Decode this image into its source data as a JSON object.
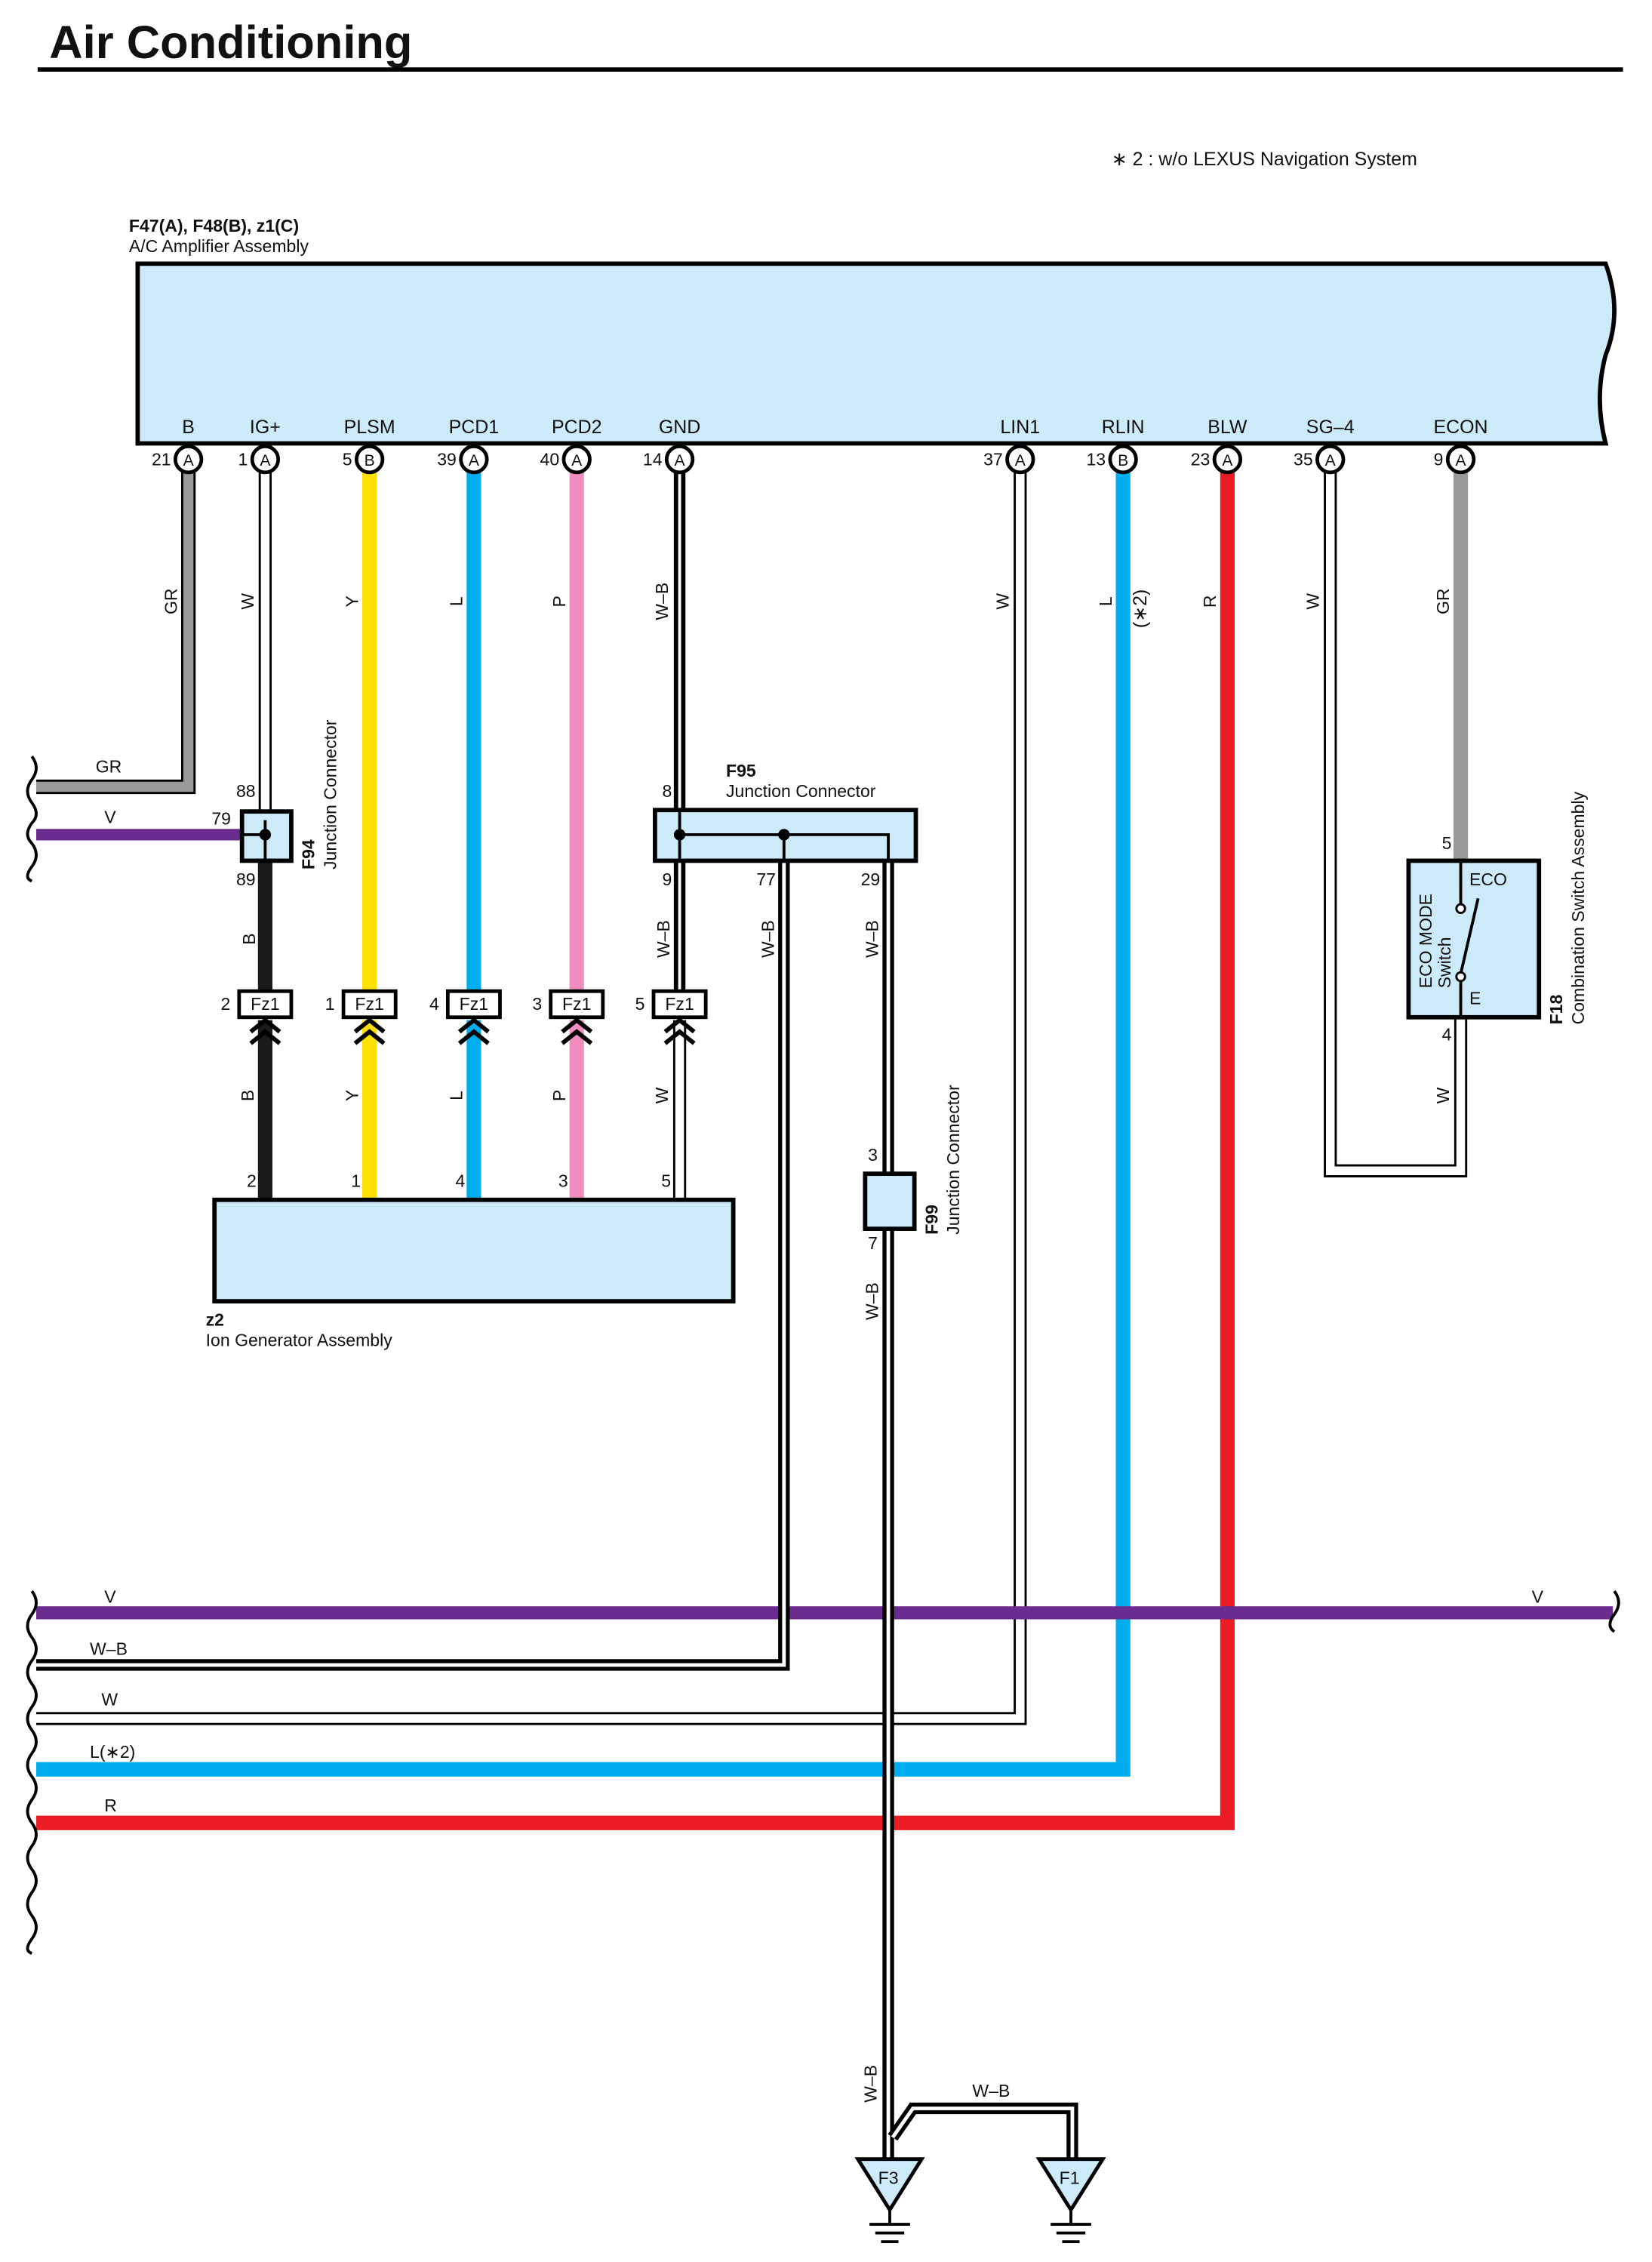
{
  "title": "Air Conditioning",
  "note": "∗ 2 : w/o LEXUS Navigation System",
  "amplifier": {
    "code": "F47(A), F48(B), z1(C)",
    "name": "A/C Amplifier Assembly",
    "terminals": [
      {
        "label": "B",
        "pin": "21",
        "conn": "A",
        "wire": "GR",
        "color": "#999999"
      },
      {
        "label": "IG+",
        "pin": "1",
        "conn": "A",
        "wire": "W",
        "color": "#ffffff"
      },
      {
        "label": "PLSM",
        "pin": "5",
        "conn": "B",
        "wire": "Y",
        "color": "#ffe000"
      },
      {
        "label": "PCD1",
        "pin": "39",
        "conn": "A",
        "wire": "L",
        "color": "#00aeef"
      },
      {
        "label": "PCD2",
        "pin": "40",
        "conn": "A",
        "wire": "P",
        "color": "#f18cbe"
      },
      {
        "label": "GND",
        "pin": "14",
        "conn": "A",
        "wire": "W–B",
        "color": "#ffffff"
      },
      {
        "label": "LIN1",
        "pin": "37",
        "conn": "A",
        "wire": "W",
        "color": "#ffffff"
      },
      {
        "label": "RLIN",
        "pin": "13",
        "conn": "B",
        "wire": "L",
        "color": "#00aeef"
      },
      {
        "label": "BLW",
        "pin": "23",
        "conn": "A",
        "wire": "R",
        "color": "#ec1c24"
      },
      {
        "label": "SG–4",
        "pin": "35",
        "conn": "A",
        "wire": "W",
        "color": "#ffffff"
      },
      {
        "label": "ECON",
        "pin": "9",
        "conn": "A",
        "wire": "GR",
        "color": "#999999"
      }
    ],
    "rlin_note": "(∗2)"
  },
  "f94": {
    "code": "F94",
    "name": "Junction Connector",
    "pin_top": "88",
    "pin_left": "79",
    "pin_bottom": "89",
    "wire_in_gr": "GR",
    "wire_in_v": "V",
    "wire_out": "B"
  },
  "f95": {
    "code": "F95",
    "name": "Junction Connector",
    "pin_in": "8",
    "pins_out": [
      "9",
      "77",
      "29"
    ],
    "wires_out": [
      "W–B",
      "W–B",
      "W–B"
    ]
  },
  "fz1": {
    "label": "Fz1",
    "pins": [
      "2",
      "1",
      "4",
      "3",
      "5"
    ],
    "wires_below": [
      "B",
      "Y",
      "L",
      "P",
      "W"
    ]
  },
  "ion": {
    "code": "z2",
    "name": "Ion Generator Assembly",
    "pins": [
      "2",
      "1",
      "4",
      "3",
      "5"
    ]
  },
  "f99": {
    "code": "F99",
    "name": "Junction Connector",
    "pin_top": "3",
    "pin_bottom": "7",
    "wire": "W–B"
  },
  "f18": {
    "code": "F18",
    "name": "Combination Switch Assembly",
    "switch_name_1": "ECO MODE",
    "switch_name_2": "Switch",
    "eco": "ECO",
    "e": "E",
    "pin_top": "5",
    "pin_bottom": "4",
    "wire_bottom": "W"
  },
  "buses": [
    {
      "label": "V",
      "label_right": "V",
      "color": "#6a2c8e"
    },
    {
      "label": "W–B",
      "color": "#ffffff"
    },
    {
      "label": "W",
      "color": "#ffffff"
    },
    {
      "label": "L(∗2)",
      "color": "#00aeef"
    },
    {
      "label": "R",
      "color": "#ec1c24"
    }
  ],
  "grounds": [
    {
      "code": "F3",
      "wire": "W–B"
    },
    {
      "code": "F1",
      "wire": "W–B"
    }
  ]
}
